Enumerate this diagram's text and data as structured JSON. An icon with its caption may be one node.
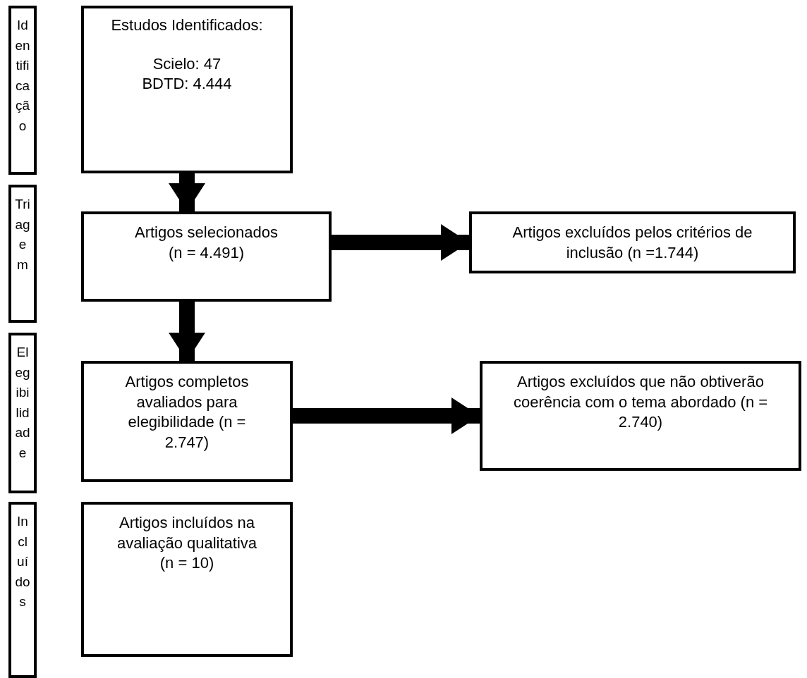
{
  "diagram": {
    "nodes": [
      {
        "text": [
          "Identificação"
        ]
      },
      {
        "text": [
          "Estudos Identificados:",
          "Scielo: 47",
          "BDTD: 4.444"
        ]
      },
      {
        "text": [
          "Triagem"
        ]
      },
      {
        "text": [
          "Artigos selecionados (n = 4.491)"
        ]
      },
      {
        "text": [
          "Artigos excluídos pelos critérios de inclusão (n =1.744)"
        ]
      },
      {
        "text": [
          "Elegibilidade"
        ]
      },
      {
        "text": [
          "Artigos completos avaliados para elegibilidade (n = 2.747)"
        ]
      },
      {
        "text": [
          "Artigos excluídos que não obtiverão coerência com o tema abordado (n = 2.740)"
        ]
      },
      {
        "text": [
          "Incluídos"
        ]
      },
      {
        "text": [
          "Artigos incluídos na avaliação qualitativa (n = 10)"
        ]
      }
    ],
    "edges": [
      {
        "from": 1,
        "to": 3,
        "arrow": "to"
      },
      {
        "from": 3,
        "to": 6,
        "arrow": "to"
      },
      {
        "from": 3,
        "to": 4,
        "arrow": "to"
      },
      {
        "from": 6,
        "to": 7,
        "arrow": "to"
      }
    ]
  }
}
